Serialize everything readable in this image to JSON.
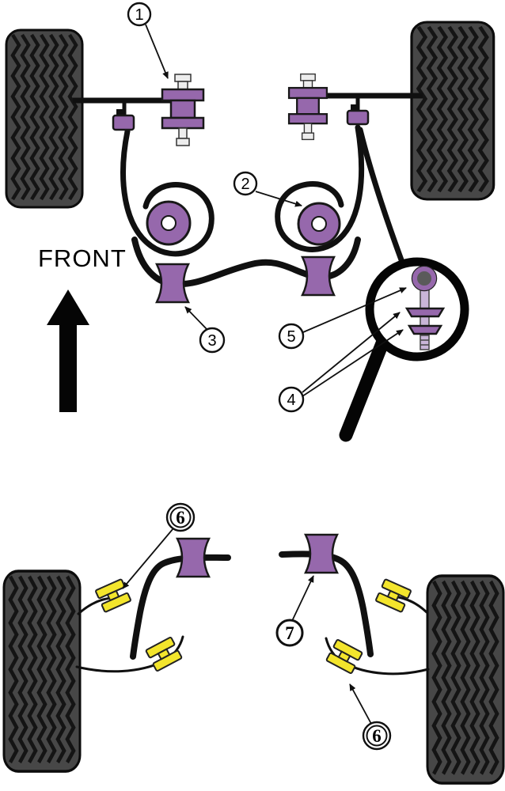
{
  "front_label": "FRONT",
  "callouts": {
    "c1": "1",
    "c2": "2",
    "c3": "3",
    "c4": "4",
    "c5": "5",
    "c6": "6",
    "c7": "7",
    "c6b": "6"
  },
  "colors": {
    "purple": "#9668ac",
    "purple_light": "#c9b5d8",
    "yellow": "#f3e52c",
    "tire": "#474747",
    "tread": "#141414",
    "line": "#101010",
    "paper": "#ffffff",
    "metal": "#ededed",
    "bolt_core": "#5a5a5a"
  }
}
